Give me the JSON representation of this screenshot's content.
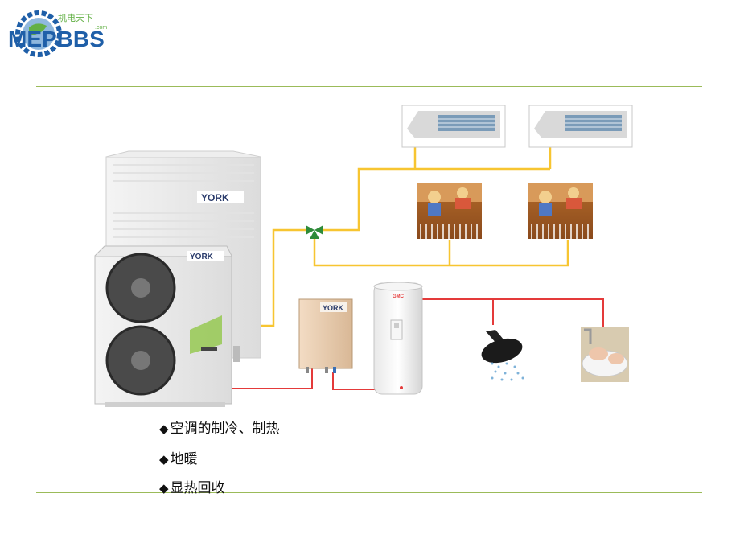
{
  "brand": {
    "logo_text": "MEPBBS",
    "logo_cn": "机电天下",
    "logo_suffix": ".com",
    "unit_brand": "YORK",
    "heater_brand": "GMC"
  },
  "colors": {
    "water_pipe": "#f7c531",
    "hot_pipe": "#e43a3a",
    "rule": "#9bbb59",
    "logo_blue": "#1f5fa8",
    "logo_green": "#63b045",
    "valve": "#2e8b3a"
  },
  "features": [
    "空调的制冷、制热",
    "地暖",
    "显热回收"
  ],
  "bullet_symbol": "◆"
}
